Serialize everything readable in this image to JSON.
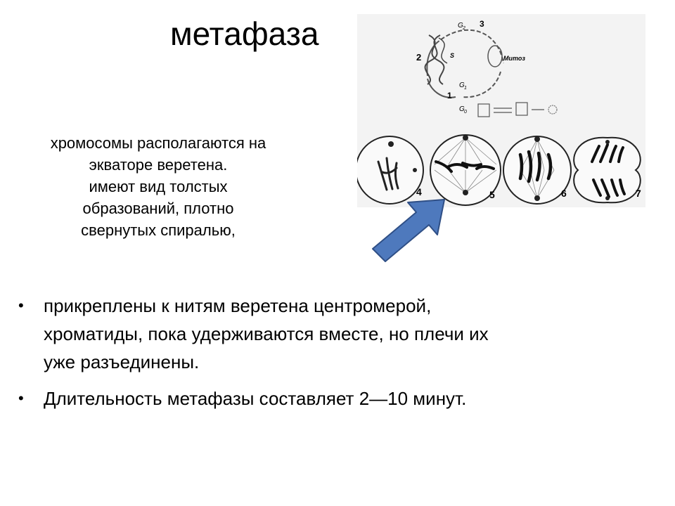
{
  "slide": {
    "title": "метафаза",
    "intro_lines": [
      "хромосомы располагаются на",
      "экваторе веретена.",
      "имеют вид толстых",
      "образований, плотно",
      "свернутых спиралью,"
    ],
    "bullets": [
      {
        "marker": "•",
        "lines": [
          "прикреплены к нитям веретена центромерой,",
          "хроматиды, пока удерживаются вместе, но плечи их",
          "уже разъединены."
        ]
      },
      {
        "marker": "•",
        "lines": [
          "Длительность метафазы составляет 2—10 минут."
        ]
      }
    ]
  },
  "figure": {
    "cycle_labels": {
      "g2": "G",
      "g2_sub": "2",
      "g1": "G",
      "g1_sub": "1",
      "g0": "G",
      "g0_sub": "0",
      "s": "S",
      "mitosis": "Митоз",
      "n1": "1",
      "n2": "2",
      "n3": "3"
    },
    "cell_numbers": [
      "4",
      "5",
      "6",
      "7"
    ]
  },
  "colors": {
    "arrow_fill": "#4e79bd",
    "arrow_stroke": "#2f4f86",
    "figure_bg": "#f3f3f3"
  }
}
